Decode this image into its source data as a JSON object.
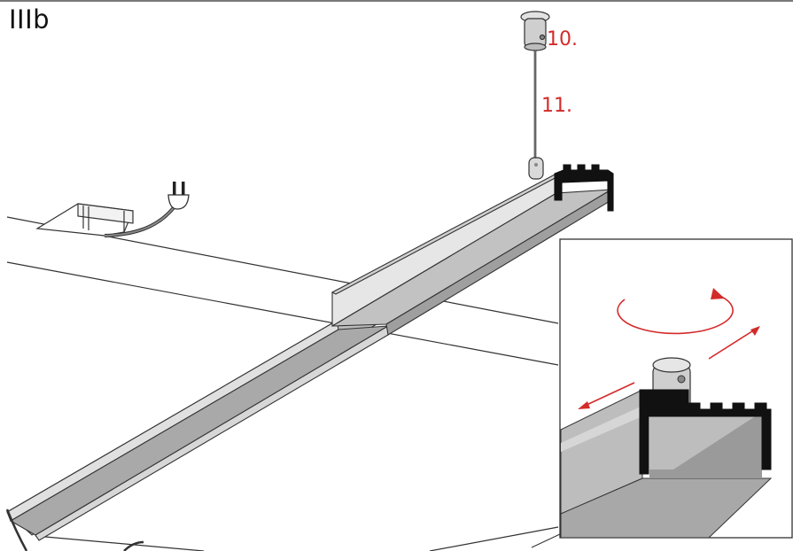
{
  "step": {
    "title": "IIIb"
  },
  "callouts": [
    {
      "label": "10.",
      "color": "#d42a2a"
    },
    {
      "label": "11.",
      "color": "#d42a2a"
    }
  ],
  "colors": {
    "callout": "#d42a2a",
    "line": "#222222",
    "profile_light": "#d6d6d6",
    "profile_mid": "#bdbdbd",
    "profile_dark": "#9a9a9a",
    "profile_black": "#111111",
    "arrow": "#d42a2a"
  },
  "icons": [
    "ceiling-canopy-icon",
    "suspension-wire-icon",
    "power-plug-icon",
    "junction-box-icon",
    "rotation-arrow-icon",
    "slide-arrow-icon"
  ]
}
